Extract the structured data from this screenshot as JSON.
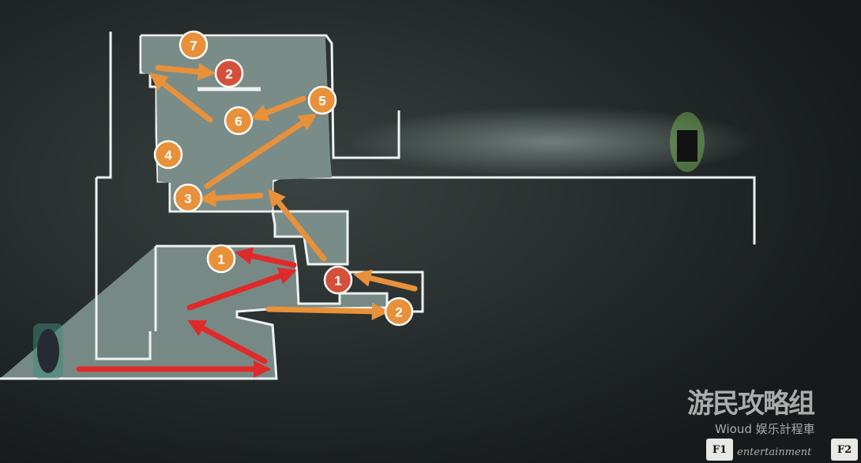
{
  "map": {
    "markers": [
      {
        "label": "7",
        "kind": "orange"
      },
      {
        "label": "2",
        "kind": "red"
      },
      {
        "label": "5",
        "kind": "orange"
      },
      {
        "label": "6",
        "kind": "orange"
      },
      {
        "label": "4",
        "kind": "orange"
      },
      {
        "label": "3",
        "kind": "orange"
      },
      {
        "label": "1",
        "kind": "orange"
      },
      {
        "label": "1",
        "kind": "red"
      },
      {
        "label": "2",
        "kind": "orange"
      }
    ],
    "colors": {
      "orange": "#e8913a",
      "red": "#d4503a",
      "arrow_orange": "#e8913a",
      "arrow_red": "#e02a2a",
      "room_fill": "#8a9a96",
      "wall": "#e8ecea"
    }
  },
  "watermark": {
    "logo": "游民攻略组",
    "sub": "Wioud 娱乐計程車",
    "script": "entertainment"
  },
  "keys": {
    "f1": "F1",
    "f2": "F2"
  }
}
